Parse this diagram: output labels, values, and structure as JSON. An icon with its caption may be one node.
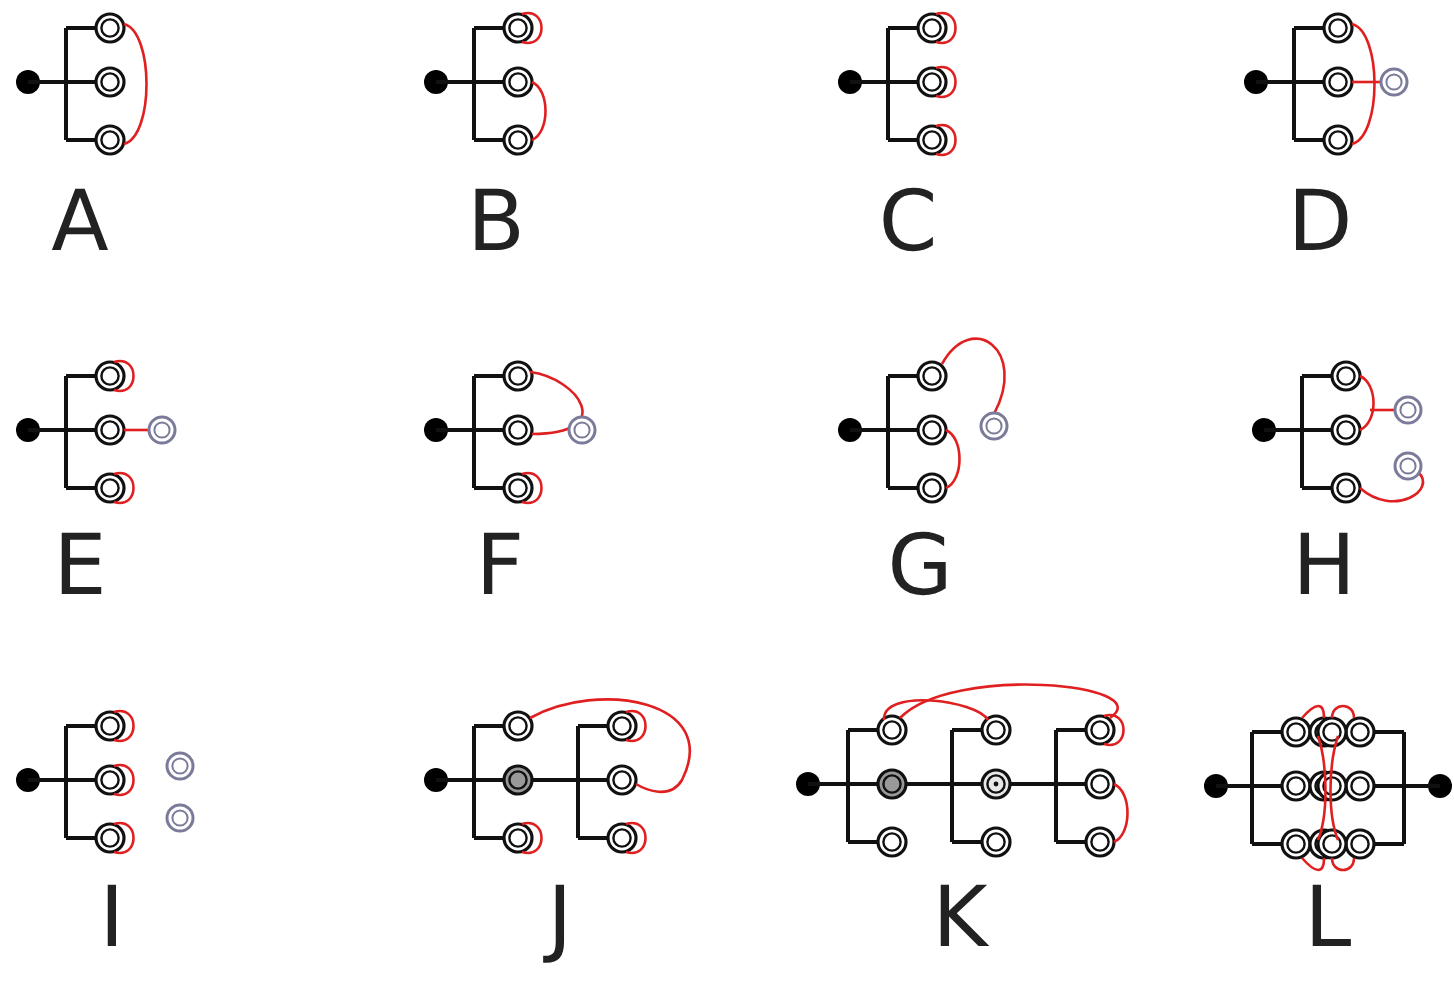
{
  "diagram": {
    "labels": [
      "A",
      "B",
      "C",
      "D",
      "E",
      "F",
      "G",
      "H",
      "I",
      "J",
      "K",
      "L"
    ]
  }
}
